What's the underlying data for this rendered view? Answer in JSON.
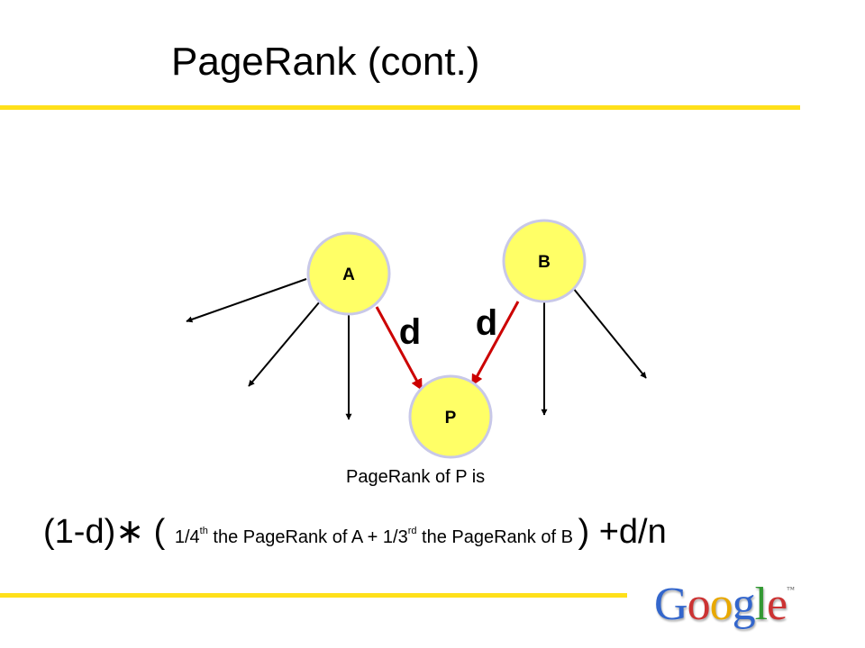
{
  "slide": {
    "title": "PageRank (cont.)",
    "accent_color": "#FFE01A",
    "caption": "PageRank of P is"
  },
  "diagram": {
    "nodes": [
      {
        "id": "A",
        "label": "A"
      },
      {
        "id": "B",
        "label": "B"
      },
      {
        "id": "P",
        "label": "P"
      }
    ],
    "edge_labels": [
      "d",
      "d"
    ],
    "node_fill": "#FFFF66",
    "node_stroke": "#C8C8E8",
    "highlight_edge_color": "#CC0000",
    "edge_color": "#000000"
  },
  "formula": {
    "part1": "(1-d)",
    "star": "∗",
    "open_paren": " ( ",
    "a_frac": " 1/4",
    "a_sup": "th",
    "a_text": "  the PageRank of A + 1/3",
    "b_sup": "rd",
    "b_text": " the PageRank of B ",
    "close_paren": ")",
    "tail": " +d/n"
  },
  "logo": {
    "letters": [
      "G",
      "o",
      "o",
      "g",
      "l",
      "e"
    ],
    "colors": [
      "#3366CC",
      "#CC3333",
      "#E8A800",
      "#3366CC",
      "#339933",
      "#CC3333"
    ],
    "tm": "™"
  }
}
